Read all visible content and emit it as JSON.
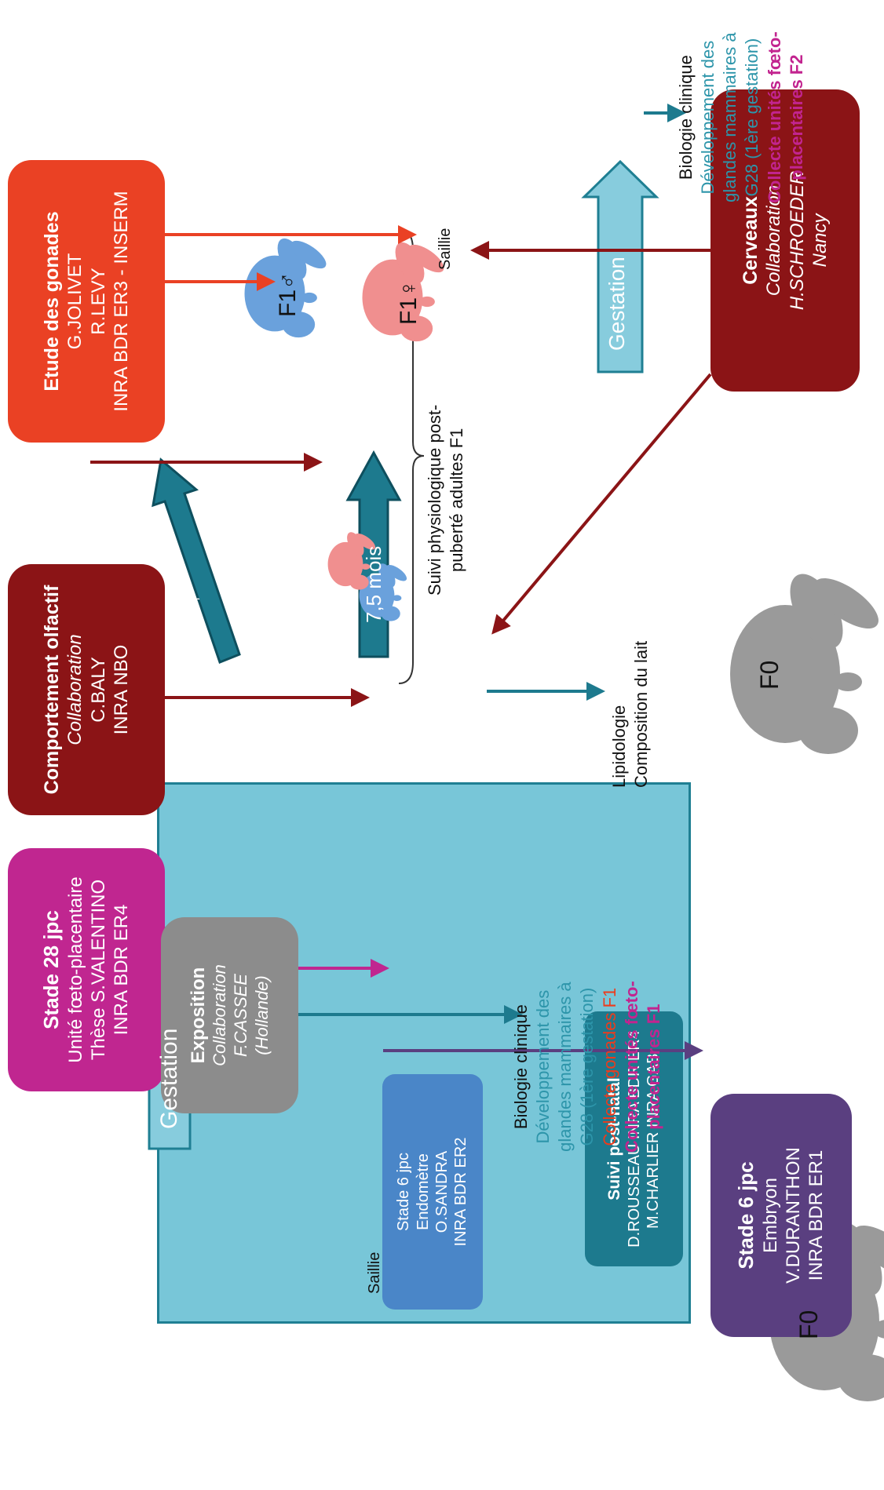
{
  "colors": {
    "panel": "#78c6d8",
    "panel_border": "#1f7f93",
    "pink": "#c02690",
    "red_orange": "#ea4124",
    "dark_red": "#8b1416",
    "grey": "#8c8c8c",
    "blue": "#4a86c8",
    "purple": "#5a3f80",
    "teal": "#1d7a8e",
    "teal_text": "#2d95aa",
    "magenta_text": "#c2248f",
    "orange_text": "#ee3b1c",
    "rabbit_grey": "#9a9a9a",
    "rabbit_blue": "#6aa1dc",
    "rabbit_pink": "#f08f8f"
  },
  "rabbits": {
    "f0_left": "F0",
    "f0_middle": "F0",
    "f1_male": "F1♂",
    "f1_female": "F1♀"
  },
  "labels": {
    "saillie_1": "Saillie",
    "saillie_2": "Saillie",
    "gestation_1": "Gestation",
    "gestation_2": "Gestation",
    "mois_1": "7,5 mois",
    "mois_2": "7,5 mois",
    "suivi_physio_1": "Suivi physiologique post-",
    "suivi_physio_2": "puberté adultes F1",
    "lipidologie": "Lipidologie",
    "composition": "Composition du lait"
  },
  "boxes": {
    "stade28": {
      "title": "Stade 28 jpc",
      "l1": "Unité fœto-placentaire",
      "l2": "Thèse S.VALENTINO",
      "l3": "INRA BDR ER4"
    },
    "exposition": {
      "title": "Exposition",
      "l1": "Collaboration",
      "l2": "F.CASSEE",
      "l3": "(Hollande)"
    },
    "stade6_blue": {
      "l1": "Stade 6 jpc",
      "l2": "Endomètre",
      "l3": "O.SANDRA",
      "l4": "INRA BDR ER2"
    },
    "stade6_purple": {
      "title": "Stade 6 jpc",
      "l1": "Embryon",
      "l2": "V.DURANTHON",
      "l3": "INRA BDR ER1"
    },
    "comportement": {
      "title": "Comportement olfactif",
      "l1": "Collaboration",
      "l2": "C.BALY",
      "l3": "INRA NBO"
    },
    "gonades": {
      "title": "Etude des gonades",
      "l1": "G.JOLIVET",
      "l2": "R.LEVY",
      "l3": "INRA BDR ER3 - INSERM"
    },
    "cerveaux": {
      "title": "Cerveaux",
      "l1": "Collaboration",
      "l2": "H.SCHROEDER",
      "l3": "Nancy"
    },
    "postnatal": {
      "title": "Suivi post-natal",
      "l1": "D.ROUSSEAU INRA BDR ER4",
      "l2": "M.CHARLIER INRA GABI"
    }
  },
  "bottom_notes": {
    "bio": "Biologie clinique",
    "dev1": "Développement des",
    "dev2": "glandes mammaires à",
    "g28": "G28 (1ère gestation)",
    "gonades": "Collecte gonades F1",
    "unites1": "Collecte unités fœto-",
    "unites2": "placentaires F1"
  },
  "top_notes": {
    "bio": "Biologie clinique",
    "dev1": "Développement des",
    "dev2": "glandes mammaires à",
    "g28": "G28 (1ère gestation)",
    "unites1": "Collecte unités fœto-",
    "unites2": "placentaires F2"
  }
}
